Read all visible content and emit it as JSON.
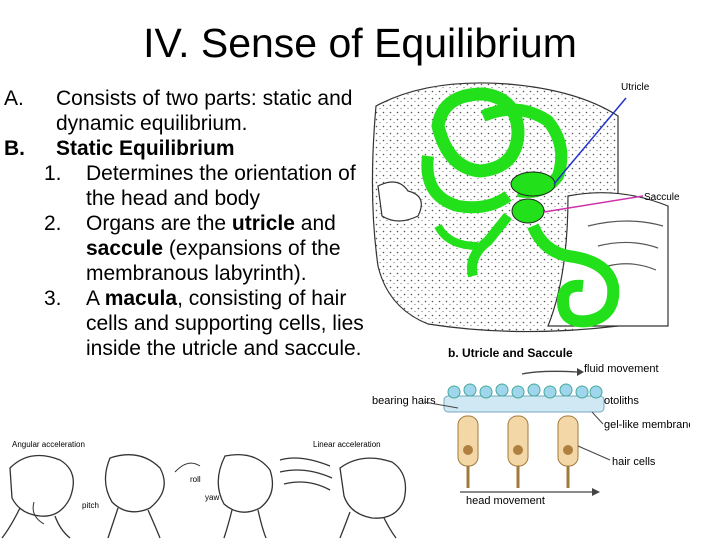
{
  "slide": {
    "title": "IV. Sense of Equilibrium",
    "item_a": {
      "marker": "A.",
      "text": "Consists of two parts: static and dynamic equilibrium."
    },
    "item_b": {
      "marker": "B.",
      "text": "Static Equilibrium",
      "subitems": [
        {
          "num": "1.",
          "parts": [
            "Determines the orientation of the head and body"
          ]
        },
        {
          "num": "2.",
          "parts": [
            "Organs are the ",
            "utricle",
            " and ",
            "saccule",
            " (expansions of the membranous labyrinth)."
          ]
        },
        {
          "num": "3.",
          "parts": [
            "A ",
            "macula",
            ", consisting of hair cells and supporting cells, lies inside the utricle and saccule."
          ]
        }
      ]
    }
  },
  "ear_figure": {
    "utricle_label": "Utricle",
    "saccule_label": "Saccule",
    "accent_color": "#22e01a"
  },
  "macula_figure": {
    "caption": "b. Utricle and Saccule",
    "fluid_movement": "fluid movement",
    "otoliths": "otoliths",
    "bearing_hairs": "bearing hairs",
    "gel_like_membrane": "gel-like membrane",
    "hair_cells": "hair cells",
    "head_movement": "head movement"
  },
  "heads_figure": {
    "angular_acceleration": "Angular acceleration",
    "roll": "roll",
    "pitch": "pitch",
    "yaw": "yaw",
    "linear_acceleration": "Linear acceleration"
  }
}
